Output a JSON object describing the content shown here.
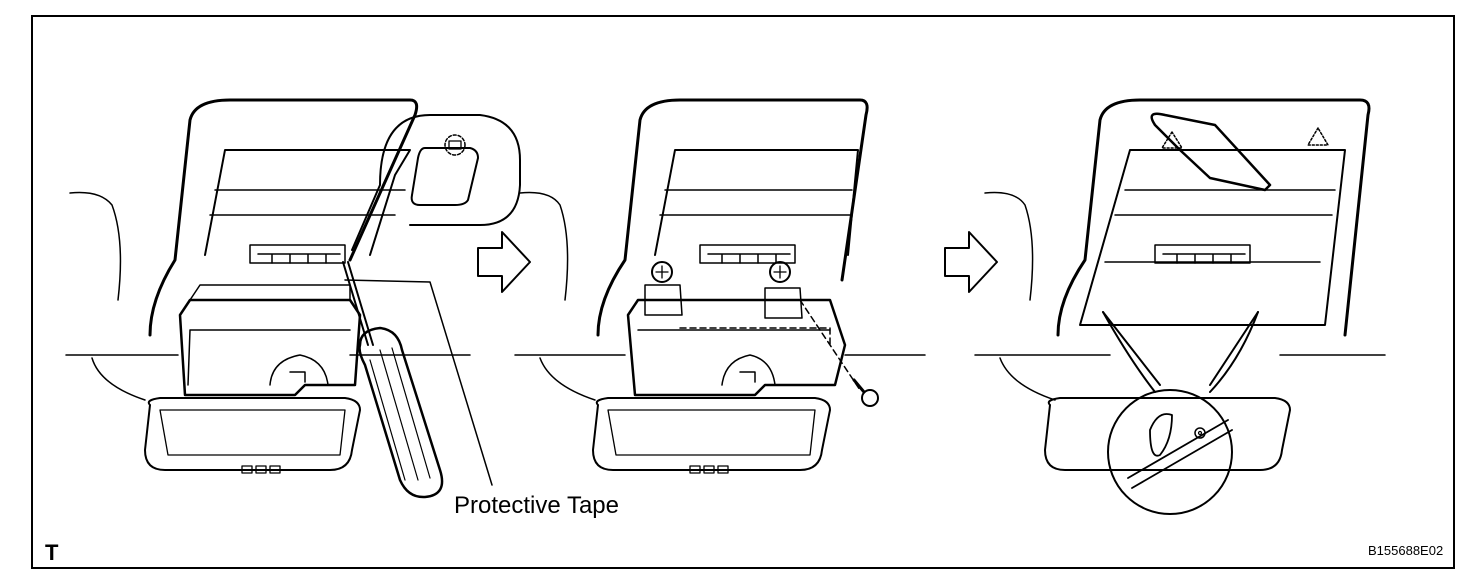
{
  "labels": {
    "protective_tape": "Protective Tape",
    "corner_mark": "T",
    "figure_code": "B155688E02"
  },
  "colors": {
    "line": "#000000",
    "background": "#ffffff"
  },
  "steps": [
    {
      "name": "remove-cover-with-screwdriver"
    },
    {
      "name": "remove-screws-and-unit"
    },
    {
      "name": "detach-clips"
    }
  ]
}
